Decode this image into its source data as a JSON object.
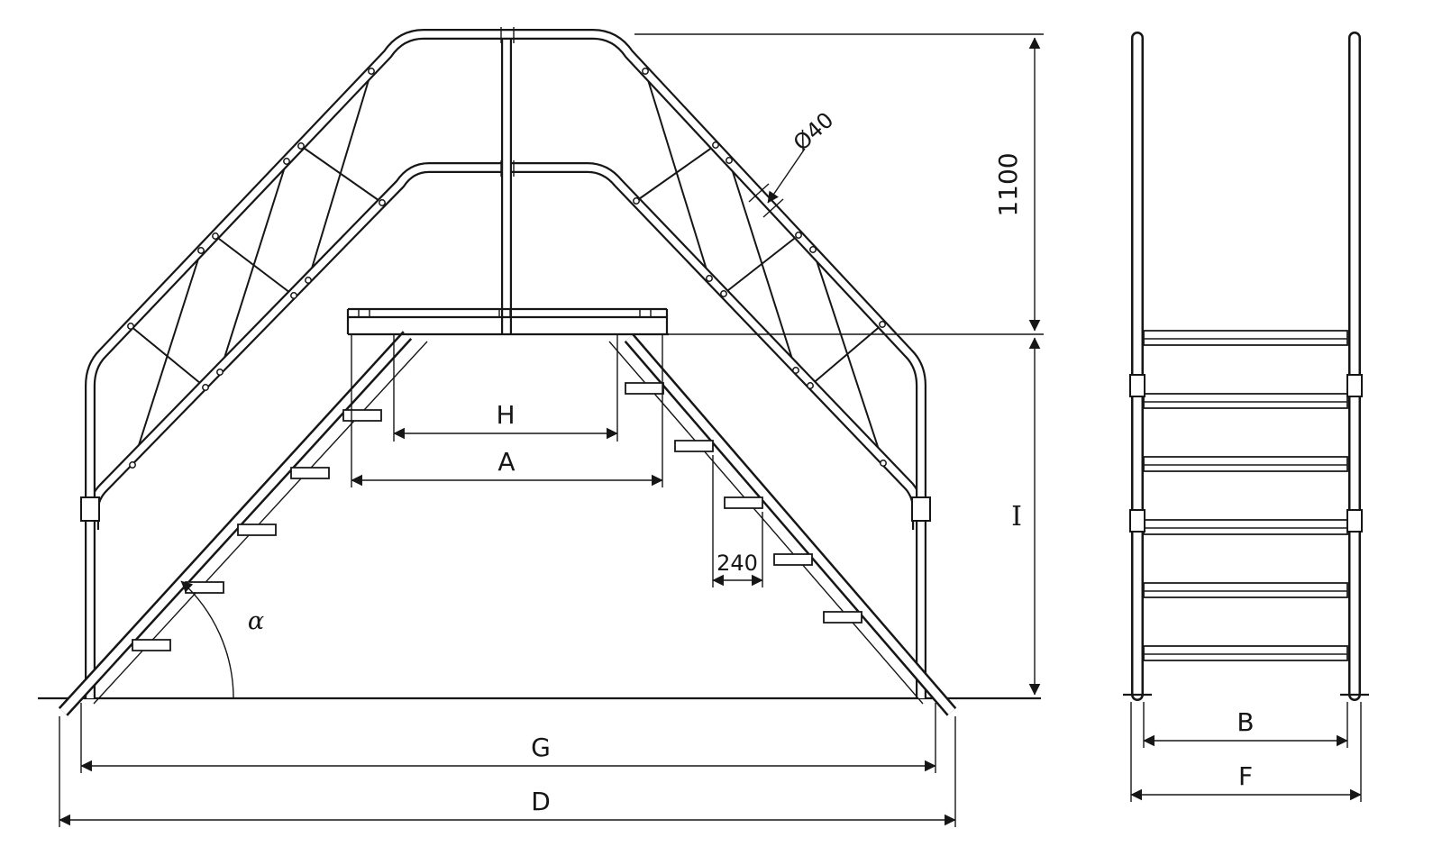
{
  "dimensions": {
    "tube_diameter": "Ø40",
    "handrail_height": "1100",
    "platform_clear_span": "H",
    "platform_span": "A",
    "tread_pitch": "240",
    "stair_angle": "α",
    "inner_base_span": "G",
    "overall_base_span": "D",
    "stair_width": "B",
    "overall_depth": "F",
    "platform_height": "I"
  },
  "colors": {
    "line": "#161616",
    "background": "#ffffff"
  }
}
